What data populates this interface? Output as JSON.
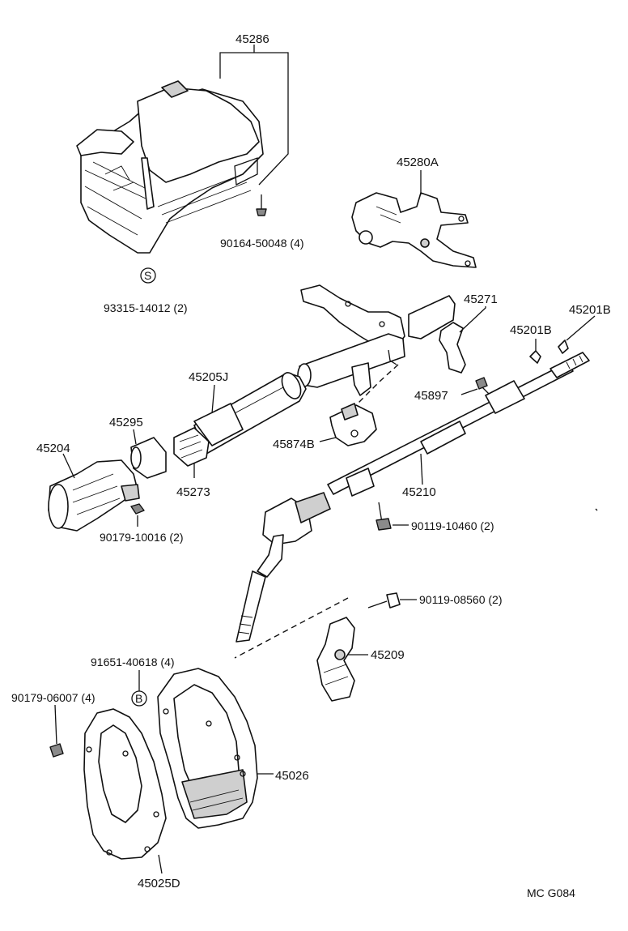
{
  "diagram": {
    "parts": {
      "column_cover": "45286",
      "cover_screw": "90164-50048 (4)",
      "cover_screw_symbol": "S",
      "cover_screw_note": "93315-14012 (2)",
      "bracket": "45280A",
      "support_arm": "45271",
      "snap_ring_a": "45201B",
      "snap_ring_b": "45201B",
      "bolt_45897": "45897",
      "column_tube": "45205J",
      "bushing": "45295",
      "lower_tube": "45204",
      "collar": "45273",
      "nut_90179_10016": "90179-10016 (2)",
      "clamp": "45874B",
      "main_shaft": "45210",
      "bolt_90119_10460": "90119-10460 (2)",
      "bolt_90119_08560": "90119-08560 (2)",
      "intermediate_joint": "45209",
      "grommet_symbol": "B",
      "grommet_clip": "91651-40618 (4)",
      "nut_90179_06007": "90179-06007 (4)",
      "cover_45026": "45026",
      "cover_45025d": "45025D"
    },
    "footer_code": "MC  G084"
  }
}
